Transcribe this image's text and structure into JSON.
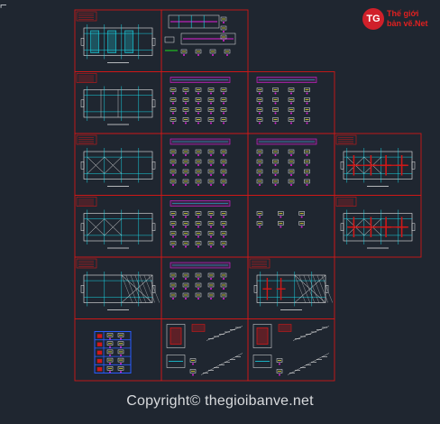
{
  "logo": {
    "mark": "TG",
    "line1": "Thế giới",
    "line2": "bản vẽ.Net"
  },
  "footer": {
    "copyright": "Copyright© thegioibanve.net"
  },
  "colors": {
    "background": "#1f2630",
    "frame": "#d01818",
    "cyan": "#19d6e6",
    "magenta": "#e020d8",
    "yellow": "#e6e030",
    "white": "#e8e8e8",
    "blue": "#2a5cff"
  },
  "corner_icon": "cad-axis-icon",
  "sheets": [
    {
      "row": 0,
      "col": 0,
      "kind": "plan-cyan",
      "title_block": true
    },
    {
      "row": 0,
      "col": 1,
      "kind": "section-details",
      "title_block": false
    },
    {
      "row": 1,
      "col": 0,
      "kind": "plan-white",
      "title_block": true
    },
    {
      "row": 1,
      "col": 1,
      "kind": "detail-grid",
      "title_block": false
    },
    {
      "row": 1,
      "col": 2,
      "kind": "detail-grid-sparse",
      "title_block": false
    },
    {
      "row": 2,
      "col": 0,
      "kind": "plan-cross",
      "title_block": true
    },
    {
      "row": 2,
      "col": 1,
      "kind": "detail-grid",
      "title_block": false
    },
    {
      "row": 2,
      "col": 2,
      "kind": "detail-grid-sparse",
      "title_block": false
    },
    {
      "row": 2,
      "col": 3,
      "kind": "plan-rebar",
      "title_block": true
    },
    {
      "row": 3,
      "col": 0,
      "kind": "plan-cross",
      "title_block": true
    },
    {
      "row": 3,
      "col": 1,
      "kind": "detail-grid",
      "title_block": false
    },
    {
      "row": 3,
      "col": 2,
      "kind": "detail-grid-few",
      "title_block": false
    },
    {
      "row": 3,
      "col": 3,
      "kind": "plan-rebar",
      "title_block": true
    },
    {
      "row": 4,
      "col": 0,
      "kind": "plan-hatch",
      "title_block": true
    },
    {
      "row": 4,
      "col": 1,
      "kind": "detail-grid-small",
      "title_block": false
    },
    {
      "row": 4,
      "col": 2,
      "kind": "plan-hatch-red",
      "title_block": true
    },
    {
      "row": 5,
      "col": 0,
      "kind": "table-blue",
      "title_block": false
    },
    {
      "row": 5,
      "col": 1,
      "kind": "stairs",
      "title_block": false
    },
    {
      "row": 5,
      "col": 2,
      "kind": "stairs",
      "title_block": false
    }
  ]
}
